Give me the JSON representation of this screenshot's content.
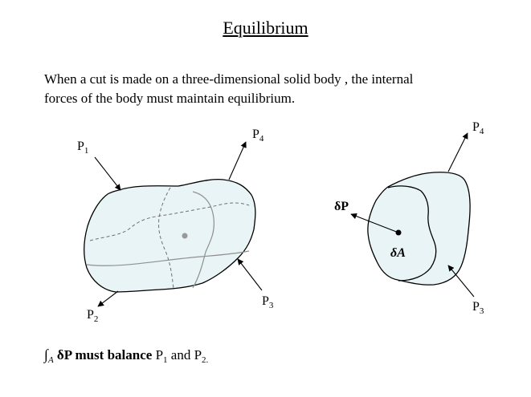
{
  "title": "Equilibrium",
  "intro_line1": "When a cut is made on a three-dimensional solid body , the internal",
  "intro_line2": "forces of the body must maintain equilibrium.",
  "labels": {
    "P": "P",
    "sub1": "1",
    "sub2": "2",
    "sub3": "3",
    "sub4": "4",
    "deltaP": "δP",
    "deltaA": "δA"
  },
  "footer": {
    "integral": "∫",
    "integral_sub": "A",
    "bold_part": " δP must balance ",
    "p1": "P",
    "p1_sub": "1",
    "and": " and P",
    "p2_sub": "2."
  },
  "colors": {
    "body_fill": "#e8f4f6",
    "outline": "#000000",
    "cut_line": "#909090",
    "centroid": "#999999"
  }
}
